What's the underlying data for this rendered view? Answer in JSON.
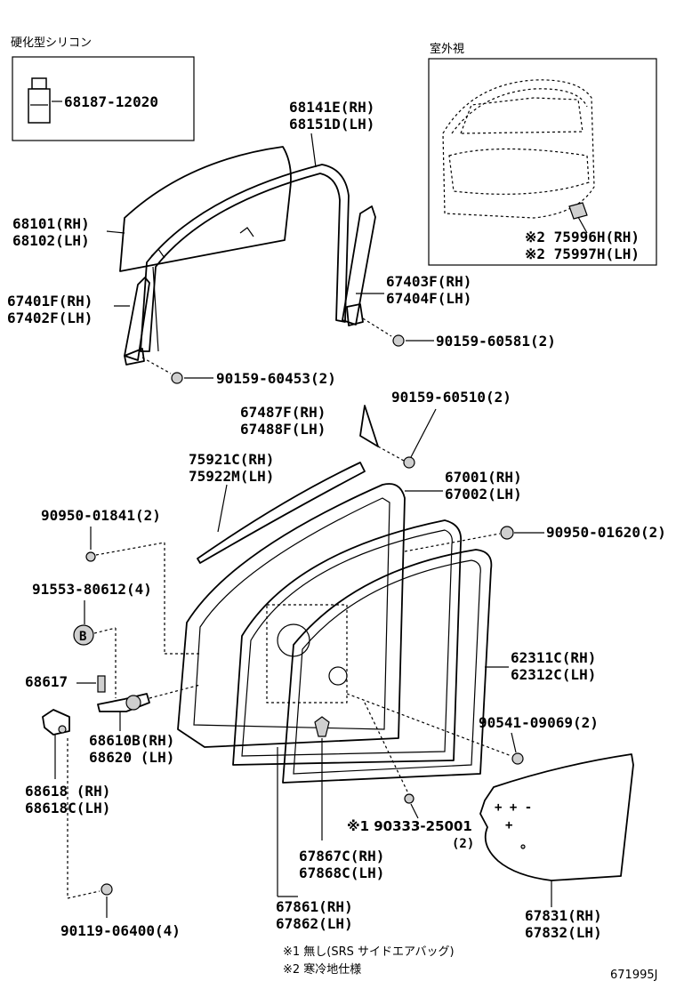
{
  "silicone_box": {
    "title": "硬化型シリコン",
    "part": "68187-12020"
  },
  "exterior_view": {
    "title": "室外視",
    "rh": "※2 75996H(RH)",
    "lh": "※2 75997H(LH)"
  },
  "labels": {
    "glass_rh": "68101(RH)",
    "glass_lh": "68102(LH)",
    "run_rh": "68141E(RH)",
    "run_lh": "68151D(LH)",
    "front_channel_rh": "67401F(RH)",
    "front_channel_lh": "67402F(LH)",
    "rear_channel_rh": "67403F(RH)",
    "rear_channel_lh": "67404F(LH)",
    "bolt_60581": "90159-60581(2)",
    "bolt_60453": "90159-60453(2)",
    "bolt_60510": "90159-60510(2)",
    "garnish_rh": "67487F(RH)",
    "garnish_lh": "67488F(LH)",
    "belt_rh": "75921C(RH)",
    "belt_lh": "75922M(LH)",
    "panel_rh": "67001(RH)",
    "panel_lh": "67002(LH)",
    "plug_01841": "90950-01841(2)",
    "plug_01620": "90950-01620(2)",
    "bolt_80612": "91553-80612(4)",
    "bolt_b": "B",
    "pin_68617": "68617",
    "check_rh": "68610B(RH)",
    "check_lh": "68620  (LH)",
    "weather_rh": "62311C(RH)",
    "weather_lh": "62312C(LH)",
    "plug_09069": "90541-09069(2)",
    "hinge_rh": "68618  (RH)",
    "hinge_lh": "68618C(LH)",
    "clip_25001": "※1 90333-25001",
    "clip_25001_qty": "(2)",
    "inner_rh": "67867C(RH)",
    "inner_lh": "67868C(LH)",
    "seal_rh": "67861(RH)",
    "seal_lh": "67862(LH)",
    "bolt_06400": "90119-06400(4)",
    "film_rh": "67831(RH)",
    "film_lh": "67832(LH)"
  },
  "notes": {
    "note1": "※1 無し(SRS サイドエアバッグ)",
    "note2": "※2 寒冷地仕様"
  },
  "diagram_code": "671995J"
}
